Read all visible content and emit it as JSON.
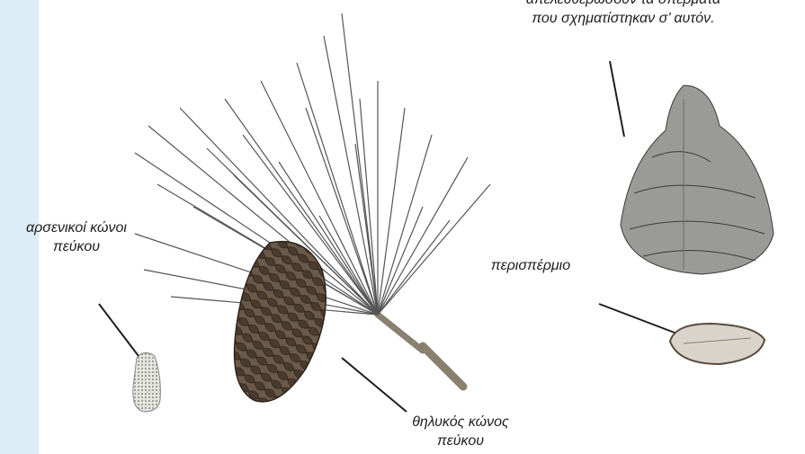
{
  "labels": {
    "male_cones_line1": "αρσενικοί κώνοι",
    "male_cones_line2": "πεύκου",
    "female_cone_line1": "θηλυκός κώνος",
    "female_cone_line2": "πεύκου",
    "perisperm": "περισπέρμιο",
    "open_cone_line1": "απελευθερώσουν τα σπέρματα",
    "open_cone_line2": "που σχηματίστηκαν σ’ αυτόν."
  },
  "colors": {
    "side_strip": "#dcedf8",
    "ink": "#1e1e1e",
    "needle": "#555555",
    "cone_brown": "#5a4a3c"
  }
}
